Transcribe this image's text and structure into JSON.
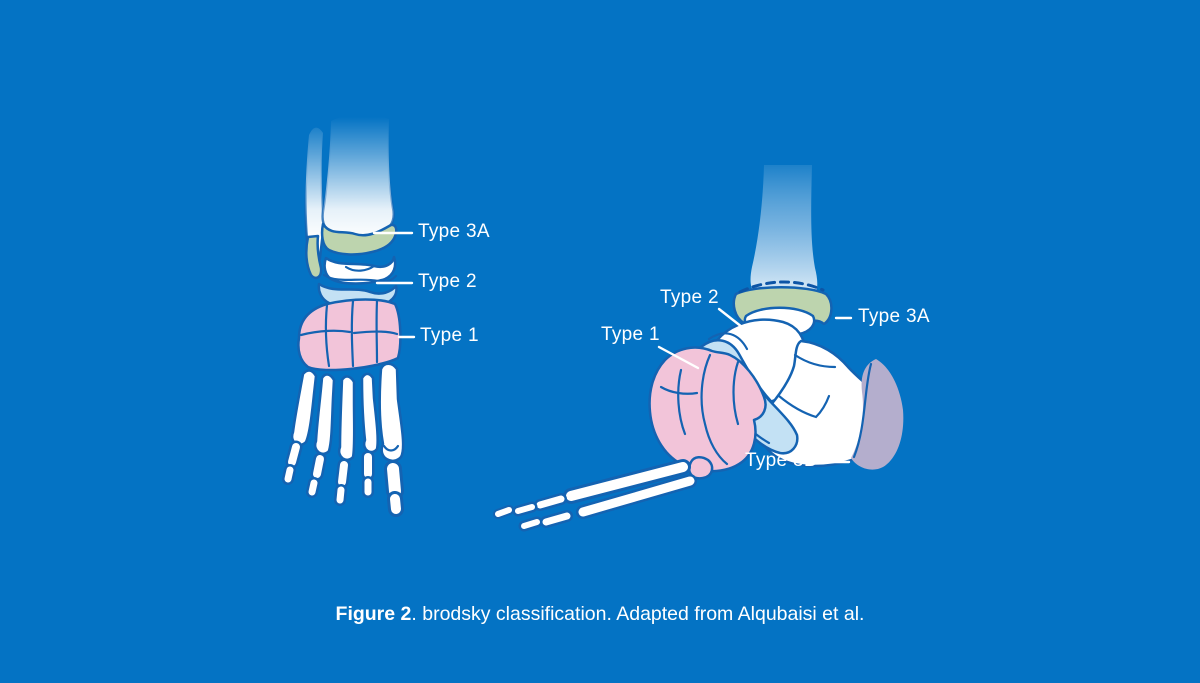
{
  "page": {
    "background_color": "#0473c4"
  },
  "caption": {
    "figure_label": "Figure 2",
    "text": ". brodsky classification. Adapted from Alqubaisi et al."
  },
  "views": {
    "dorsal": {
      "labels": {
        "type3a": "Type 3A",
        "type2": "Type 2",
        "type1": "Type 1"
      }
    },
    "lateral": {
      "labels": {
        "type2": "Type 2",
        "type1": "Type 1",
        "type3a": "Type 3A",
        "type3b": "Type 3B"
      }
    }
  },
  "colors": {
    "background": "#0473c4",
    "outline": "#1463b2",
    "bone": "#ffffff",
    "type1": "#f2c4d9",
    "type2": "#c3e1f4",
    "type3a": "#bdd4ae",
    "type3b": "#b4aecd",
    "dash_line": "#0d55a6",
    "label_text": "#ffffff"
  }
}
